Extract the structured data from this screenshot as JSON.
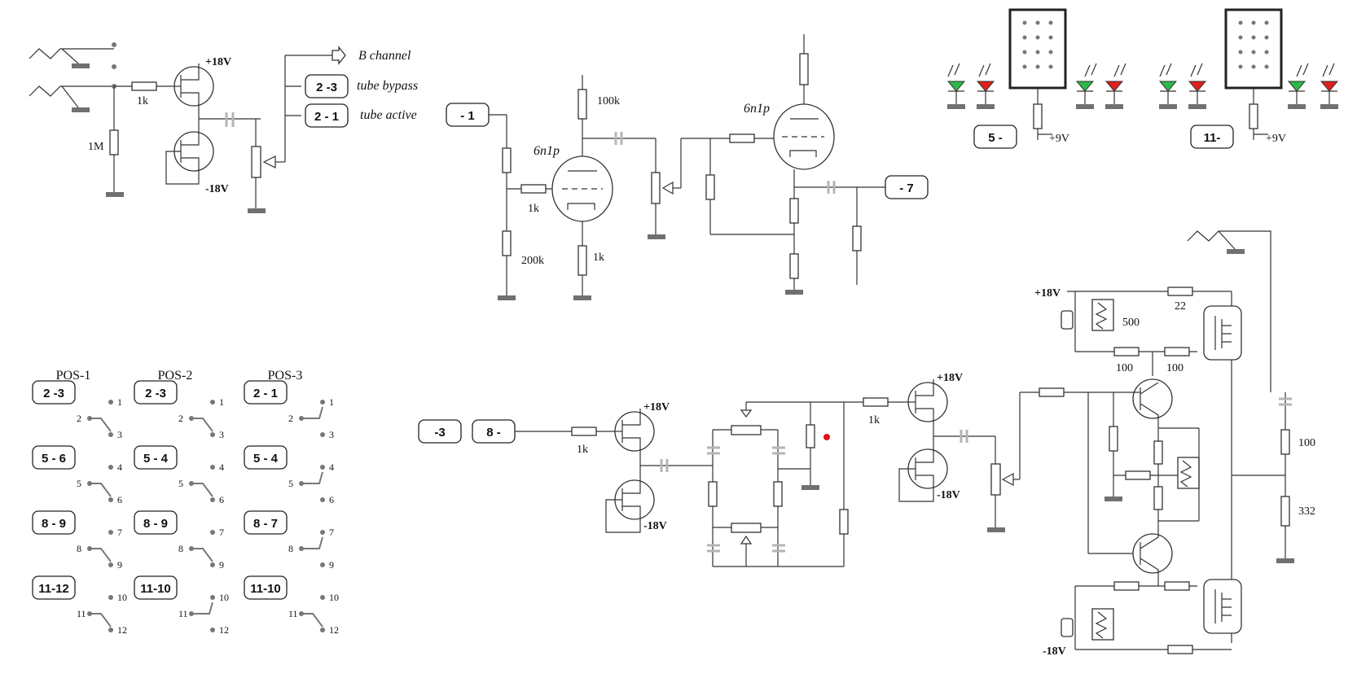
{
  "labels": {
    "r_1k_in": "1k",
    "r_1m": "1M",
    "v_plus18_a": "+18V",
    "v_minus18_a": "-18V",
    "b_channel": "B channel",
    "tube_bypass": "tube bypass",
    "tube_active": "tube active",
    "tube1": "6n1p",
    "tube2": "6n1p",
    "r_100k": "100k",
    "r_1k_grid": "1k",
    "r_200k": "200k",
    "r_1k_cath": "1k",
    "v_plus9_a": "+9V",
    "v_plus9_b": "+9V",
    "v_plus18_b": "+18V",
    "v_minus18_b": "-18V",
    "r_1k_in_b": "1k",
    "v_plus18_c": "+18V",
    "v_minus18_c": "-18V",
    "r_1k_c": "1k",
    "v_plus18_d": "+18V",
    "r_500": "500",
    "r_22": "22",
    "r_100_a": "100",
    "r_100_b": "100",
    "r_100_c": "100",
    "r_332": "332",
    "v_minus18_d": "-18V"
  },
  "connectors": {
    "c_2_3": "2 -3",
    "c_2_1": "2 - 1",
    "c_1": "- 1",
    "c_7": "- 7",
    "c_5": "5 -",
    "c_11": "11-",
    "c_3": "-3",
    "c_8": "8 -"
  },
  "positions": [
    {
      "title": "POS-1",
      "groups": [
        {
          "box": "2 -3",
          "pins": [
            "2",
            "1",
            "3"
          ]
        },
        {
          "box": "5 - 6",
          "pins": [
            "5",
            "4",
            "6"
          ]
        },
        {
          "box": "8 - 9",
          "pins": [
            "8",
            "7",
            "9"
          ]
        },
        {
          "box": "11-12",
          "pins": [
            "11",
            "10",
            "12"
          ]
        }
      ]
    },
    {
      "title": "POS-2",
      "groups": [
        {
          "box": "2 -3",
          "pins": [
            "2",
            "1",
            "3"
          ]
        },
        {
          "box": "5 - 4",
          "pins": [
            "5",
            "4",
            "6"
          ]
        },
        {
          "box": "8 - 9",
          "pins": [
            "8",
            "7",
            "9"
          ]
        },
        {
          "box": "11-10",
          "pins": [
            "11",
            "10",
            "12"
          ]
        }
      ]
    },
    {
      "title": "POS-3",
      "groups": [
        {
          "box": "2 - 1",
          "pins": [
            "2",
            "1",
            "3"
          ]
        },
        {
          "box": "5 - 4",
          "pins": [
            "5",
            "4",
            "6"
          ]
        },
        {
          "box": "8 - 7",
          "pins": [
            "8",
            "7",
            "9"
          ]
        },
        {
          "box": "11-10",
          "pins": [
            "11",
            "10",
            "12"
          ]
        }
      ]
    }
  ],
  "colors": {
    "led_green": "#2db84a",
    "led_red": "#e0201c",
    "ground": "#707070",
    "capacitor": "#b5b5b5",
    "red_dot": "#e01010"
  }
}
